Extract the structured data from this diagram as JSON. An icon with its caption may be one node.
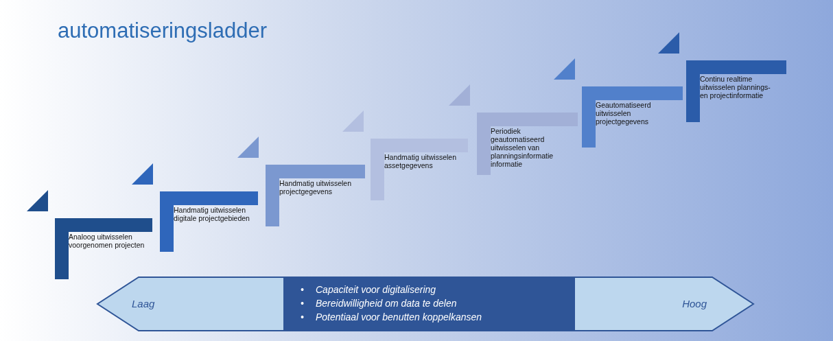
{
  "diagram": {
    "title": "automatiseringsladder",
    "nodes": [
      {
        "text": [
          "Analoog uitwisselen voorgenomen projecten"
        ]
      },
      {
        "text": [
          "Handmatig uitwisselen digitale projectgebieden"
        ]
      },
      {
        "text": [
          "Handmatig uitwisselen projectgegevens"
        ]
      },
      {
        "text": [
          "Handmatig uitwisselen assetgegevens"
        ]
      },
      {
        "text": [
          "Periodiek geautomatiseerd uitwisselen van planningsinformatie informatie"
        ]
      },
      {
        "text": [
          "Geautomatiseerd uitwisselen projectgegevens"
        ]
      },
      {
        "text": [
          "Continu realtime uitwisselen plannings- en projectinformatie"
        ]
      },
      {
        "text": [
          "Laag",
          "Capaciteit voor digitalisering",
          "Bereidwilligheid om data te delen",
          "Potentiaal voor benutten koppelkansen",
          "Hoog"
        ]
      }
    ],
    "edges": [],
    "labels": [
      "•",
      "•",
      "•"
    ]
  }
}
